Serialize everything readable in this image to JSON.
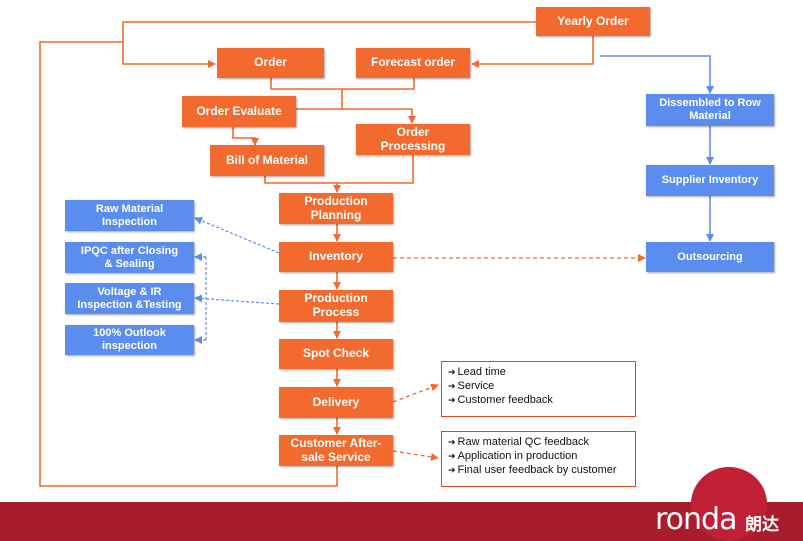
{
  "nodes": {
    "yearly_order": "Yearly Order",
    "order": "Order",
    "forecast_order": "Forecast order",
    "order_evaluate": "Order Evaluate",
    "bill_of_material": "Bill of Material",
    "order_processing": "Order\nProcessing",
    "production_planning": "Production\nPlanning",
    "inventory": "Inventory",
    "production_process": "Production\nProcess",
    "spot_check": "Spot Check",
    "delivery": "Delivery",
    "customer_after_sale": "Customer After-\nsale Service",
    "dissembled_to_row_material": "Dissembled to Row\nMaterial",
    "supplier_inventory": "Supplier Inventory",
    "outsourcing": "Outsourcing",
    "raw_material_inspection": "Raw Material\nInspection",
    "ipqc_after_closing": "IPQC after Closing\n& Sealing",
    "voltage_ir_inspection": "Voltage & IR\nInspection &Testing",
    "outlook_inspection": "100% Outlook\ninspection"
  },
  "notes": {
    "delivery_notes": [
      "Lead time",
      "Service",
      "Customer feedback"
    ],
    "after_sale_notes": [
      "Raw material QC feedback",
      "Application in production",
      "Final user feedback by customer"
    ]
  },
  "footer": {
    "logo_text": "ronda",
    "logo_cn": "朗达"
  },
  "colors": {
    "orange": "#f26a2d",
    "blue": "#5b8def",
    "footer_red": "#a81c2c",
    "logo_red": "#c01f35"
  }
}
